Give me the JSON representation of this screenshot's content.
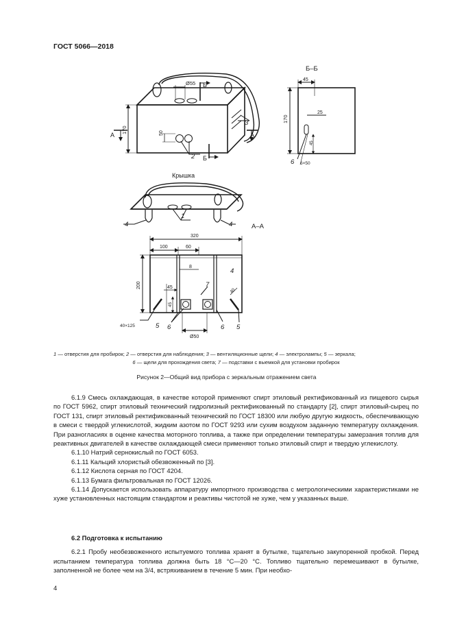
{
  "header": {
    "doc_id": "ГОСТ 5066—2018"
  },
  "figure": {
    "top_view": {
      "section_bb": "Б–Б",
      "dim_55": "Ø55",
      "cut_b": "Б",
      "cut_a": "А",
      "dim_170": "170",
      "dim_50": "50",
      "ref_2": "2",
      "ref_3": "3"
    },
    "side_view": {
      "dim_45": "45",
      "dim_170": "170",
      "dim_25": "25",
      "dim_45b": "45",
      "ref_6": "6",
      "slot_size": "6×50"
    },
    "lid": {
      "title": "Крышка",
      "ref_1": "1",
      "ref_4_left": "4",
      "ref_4_right": "4"
    },
    "section_aa": {
      "title": "А–А",
      "dim_320": "320",
      "dim_100": "100",
      "dim_60": "60",
      "dim_8": "8",
      "dim_200": "200",
      "dim_45": "45",
      "dim_45b": "45",
      "dim_40": "40",
      "ref_4": "4",
      "ref_7": "7",
      "mirror_size": "40×125",
      "ref_5_left": "5",
      "ref_6_left": "6",
      "ref_6_right": "6",
      "ref_5_right": "5",
      "dim_d50": "Ø50"
    }
  },
  "legend": {
    "line1": [
      {
        "n": "1",
        "t": " — отверстия для пробирок; "
      },
      {
        "n": "2",
        "t": " — отверстия для наблюдения; "
      },
      {
        "n": "3",
        "t": " — вентиляционные щели; "
      },
      {
        "n": "4",
        "t": " — электролампы; "
      },
      {
        "n": "5",
        "t": " — зеркала;"
      }
    ],
    "line2": [
      {
        "n": "6",
        "t": " — щели для прохождения света; "
      },
      {
        "n": "7",
        "t": " — подставки с выемкой для установки пробирок"
      }
    ]
  },
  "caption": "Рисунок 2—Общий вид прибора с зеркальным отражением света",
  "paragraphs": [
    "6.1.9 Смесь охлаждающая, в качестве которой применяют спирт этиловый ректификованный из пищевого сырья по ГОСТ 5962, спирт этиловый технический гидролизный ректификованный по стандарту [2], спирт этиловый-сырец по ГОСТ 131, спирт этиловый ректификованный технический по ГОСТ 18300 или любую другую жидкость, обеспечивающую в смеси с твердой углекислотой, жидким азотом по ГОСТ 9293 или сухим воздухом заданную температуру охлаждения. При разногласиях в оценке качества моторного топлива, а также при определении температуры замерзания топлив для реактивных двигателей в качестве охлаждающей смеси применяют только этиловый спирт и твердую углекислоту.",
    "6.1.10 Натрий сернокислый по ГОСТ 6053.",
    "6.1.11 Кальций хлористый обезвоженный по [3].",
    "6.1.12 Кислота серная по ГОСТ 4204.",
    "6.1.13 Бумага фильтровальная по ГОСТ 12026.",
    "6.1.14 Допускается использовать аппаратуру импортного производства с метрологическими характеристиками не хуже установленных настоящим стандартом и реактивы чистотой не хуже, чем у указанных выше."
  ],
  "section_heading": "6.2 Подготовка к испытанию",
  "section_paragraph": "6.2.1 Пробу необезвоженного испытуемого топлива хранят в бутылке, тщательно закупоренной пробкой. Перед испытанием температура топлива должна быть 18 °С—20 °С. Топливо тщательно перемешивают в бутылке, заполненной не более чем на 3/4, встряхиванием в течение 5 мин. При необхо-",
  "page_number": "4"
}
